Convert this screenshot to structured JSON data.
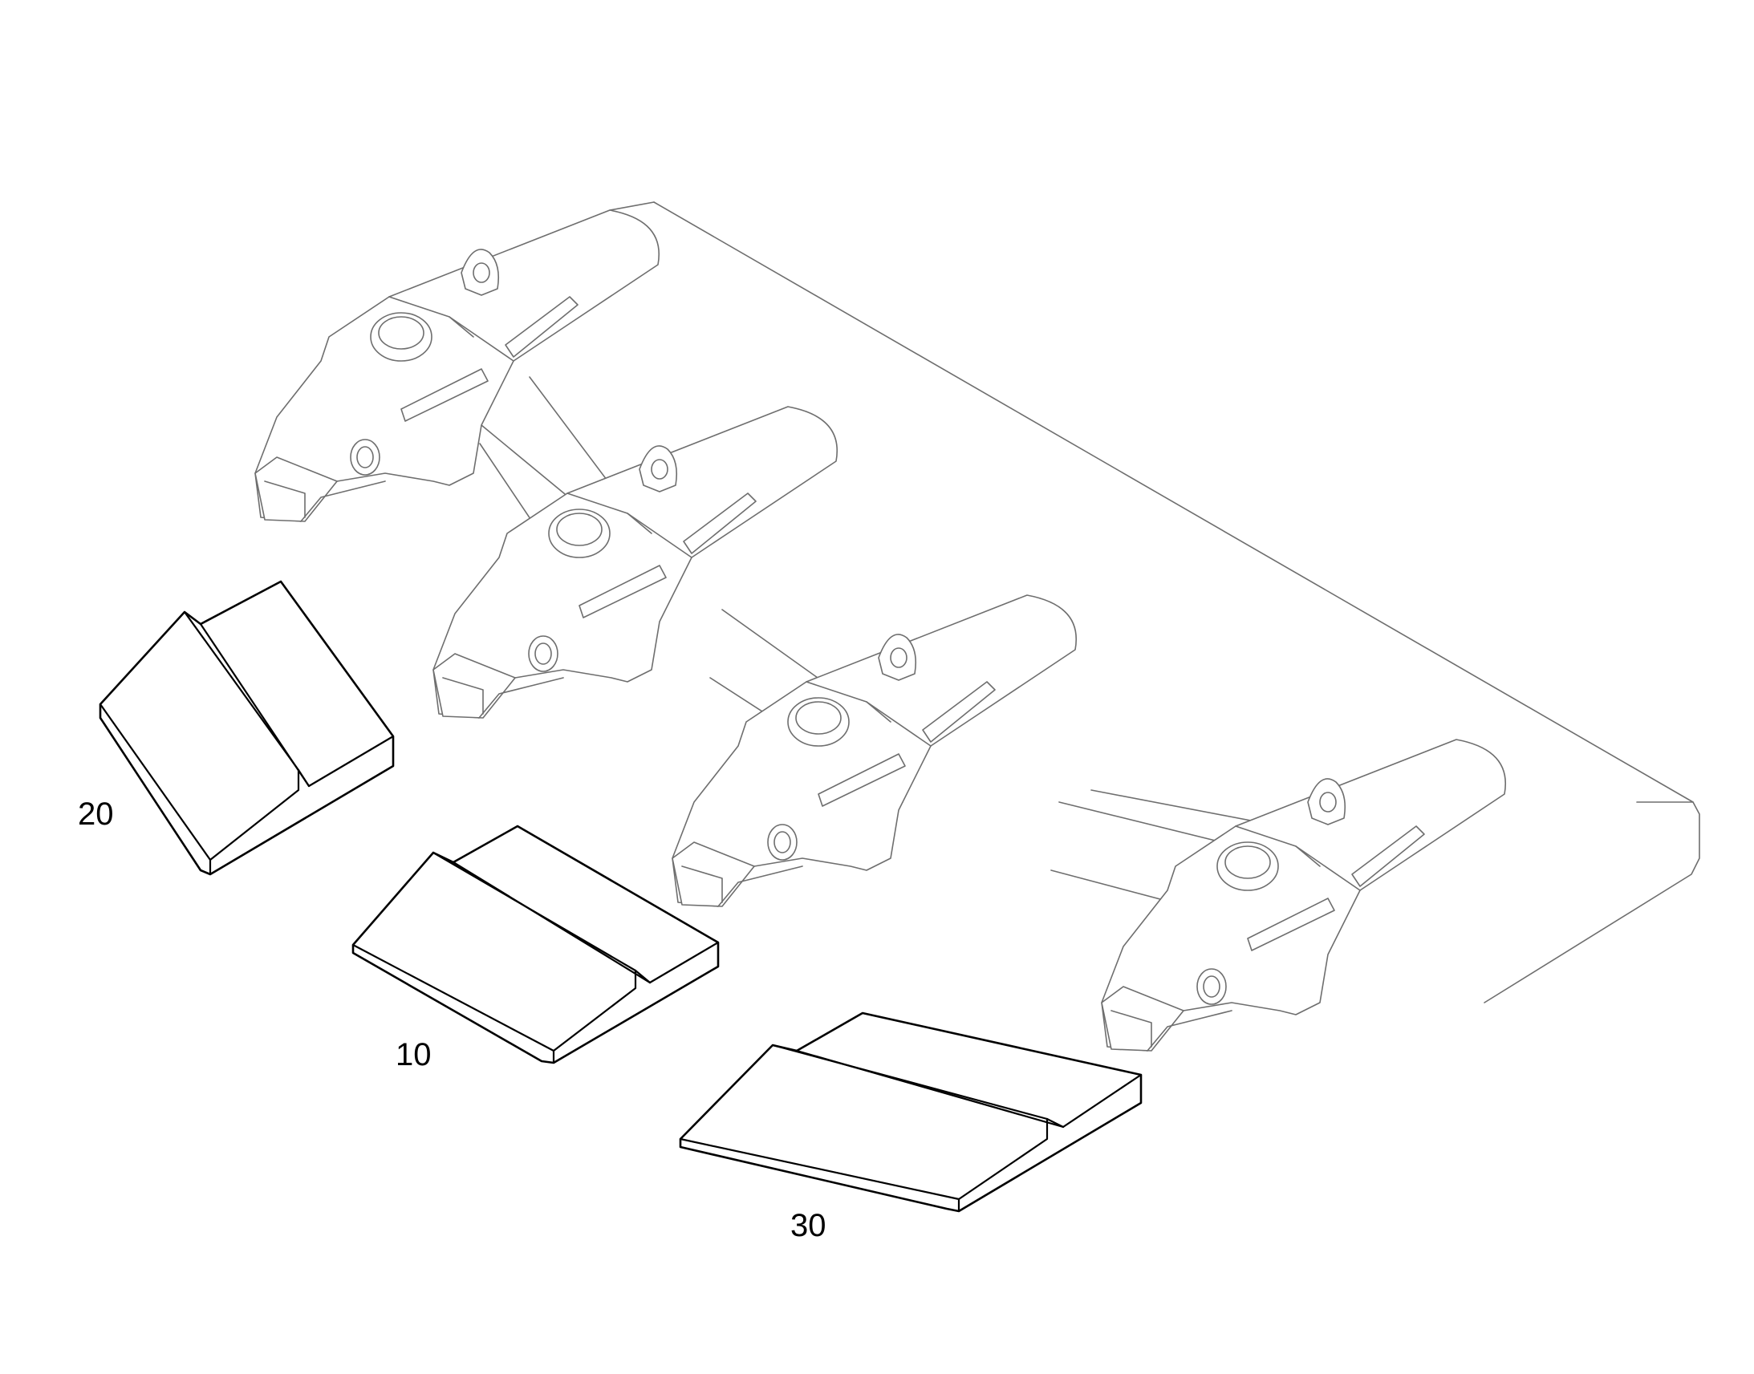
{
  "diagram": {
    "callouts": {
      "pad_20": "20",
      "pad_10": "10",
      "pad_30": "30"
    },
    "colors": {
      "background": "#ffffff",
      "assembly_line": "#6e6e6e",
      "pad_line": "#000000",
      "callout_text": "#000000"
    }
  }
}
